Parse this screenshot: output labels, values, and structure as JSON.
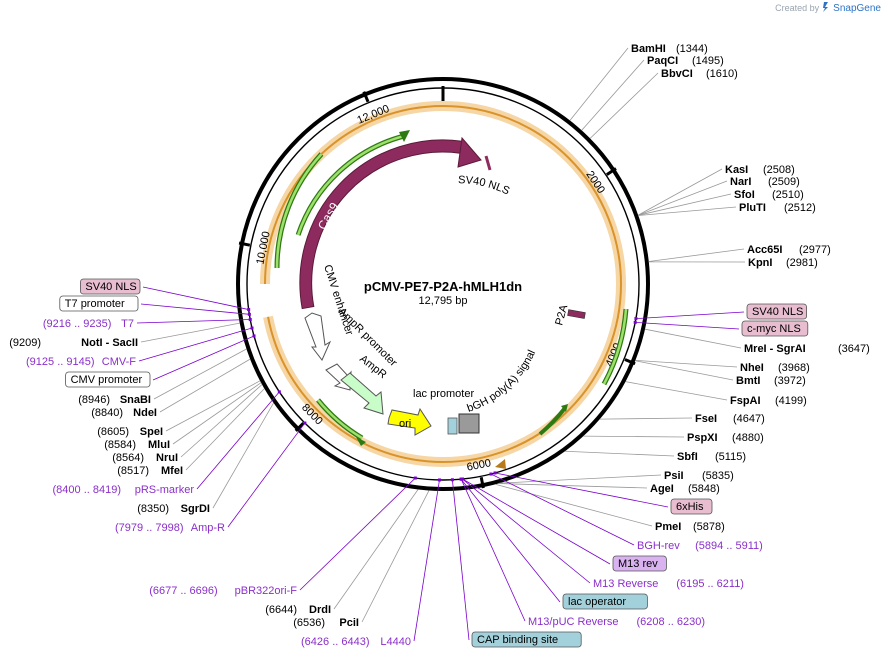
{
  "credit": {
    "prefix": "Created by",
    "brand": "SnapGene"
  },
  "plasmid": {
    "name": "pCMV-PE7-P2A-hMLH1dn",
    "length": 12795,
    "length_label": "12,795 bp"
  },
  "ticks": [
    {
      "pos": 2000,
      "label": "2000"
    },
    {
      "pos": 4000,
      "label": "4000"
    },
    {
      "pos": 6000,
      "label": "6000"
    },
    {
      "pos": 8000,
      "label": "8000"
    },
    {
      "pos": 10000,
      "label": "10,000"
    },
    {
      "pos": 12000,
      "label": "12,000"
    }
  ],
  "colors": {
    "backbone": "#000000",
    "cas9": "#8e2b5e",
    "primer_green": "#5da80e",
    "orange_track": "#e8a33a",
    "ori": "#ffff00",
    "ampr_promoter": "#c8fcc8",
    "site_line": "#999999",
    "feature_line": "#7a00cc",
    "site_text": "#000000",
    "feature_text": "#8b2fc9",
    "pink_box": "#e8bdd0",
    "lilac_box": "#d9b3f0",
    "blue_box": "#a3d1db"
  },
  "features_on_map": [
    {
      "name": "Cas9",
      "label": "Cas9"
    },
    {
      "name": "SV40 NLS",
      "label": "SV40 NLS"
    },
    {
      "name": "CMV enhancer",
      "label": "CMV enhancer"
    },
    {
      "name": "AmpR promoter",
      "label": "AmpR promoter"
    },
    {
      "name": "AmpR",
      "label": "AmpR"
    },
    {
      "name": "ori",
      "label": "ori"
    },
    {
      "name": "lac promoter",
      "label": "lac promoter"
    },
    {
      "name": "bGH poly(A) signal",
      "label": "bGH poly(A) signal"
    },
    {
      "name": "P2A",
      "label": "P2A"
    }
  ],
  "right_labels": [
    {
      "name": "BamHI",
      "pos": "(1344)",
      "type": "site"
    },
    {
      "name": "PaqCI",
      "pos": "(1495)",
      "type": "site"
    },
    {
      "name": "BbvCI",
      "pos": "(1610)",
      "type": "site"
    },
    {
      "name": "KasI",
      "pos": "(2508)",
      "type": "site"
    },
    {
      "name": "NarI",
      "pos": "(2509)",
      "type": "site"
    },
    {
      "name": "SfoI",
      "pos": "(2510)",
      "type": "site"
    },
    {
      "name": "PluTI",
      "pos": "(2512)",
      "type": "site"
    },
    {
      "name": "Acc65I",
      "pos": "(2977)",
      "type": "site"
    },
    {
      "name": "KpnI",
      "pos": "(2981)",
      "type": "site"
    },
    {
      "name": "SV40 NLS",
      "pos": "",
      "type": "box_pink"
    },
    {
      "name": "c-myc NLS",
      "pos": "",
      "type": "box_pink"
    },
    {
      "name": "MreI - SgrAI",
      "pos": "(3647)",
      "type": "site"
    },
    {
      "name": "NheI",
      "pos": "(3968)",
      "type": "site"
    },
    {
      "name": "BmtI",
      "pos": "(3972)",
      "type": "site"
    },
    {
      "name": "FspAI",
      "pos": "(4199)",
      "type": "site"
    },
    {
      "name": "FseI",
      "pos": "(4647)",
      "type": "site"
    },
    {
      "name": "PspXI",
      "pos": "(4880)",
      "type": "site"
    },
    {
      "name": "SbfI",
      "pos": "(5115)",
      "type": "site"
    },
    {
      "name": "PsiI",
      "pos": "(5835)",
      "type": "site"
    },
    {
      "name": "AgeI",
      "pos": "(5848)",
      "type": "site"
    },
    {
      "name": "6xHis",
      "pos": "",
      "type": "box_pink"
    },
    {
      "name": "PmeI",
      "pos": "(5878)",
      "type": "site"
    },
    {
      "name": "BGH-rev",
      "pos": "(5894 .. 5911)",
      "type": "primer"
    },
    {
      "name": "M13 rev",
      "pos": "",
      "type": "box_lilac"
    },
    {
      "name": "M13 Reverse",
      "pos": "(6195 .. 6211)",
      "type": "primer"
    },
    {
      "name": "lac operator",
      "pos": "",
      "type": "box_blue"
    },
    {
      "name": "M13/pUC Reverse",
      "pos": "(6208 .. 6230)",
      "type": "primer"
    },
    {
      "name": "CAP binding site",
      "pos": "",
      "type": "box_blue"
    }
  ],
  "left_labels": [
    {
      "name": "SV40 NLS",
      "pos": "",
      "type": "box_pink"
    },
    {
      "name": "T7 promoter",
      "pos": "",
      "type": "box_white"
    },
    {
      "name": "T7",
      "pos": "(9216 .. 9235)",
      "type": "primer"
    },
    {
      "name": "NotI  - SacII",
      "pos": "(9209)",
      "type": "site"
    },
    {
      "name": "CMV-F",
      "pos": "(9125 .. 9145)",
      "type": "primer"
    },
    {
      "name": "CMV promoter",
      "pos": "",
      "type": "box_white"
    },
    {
      "name": "SnaBI",
      "pos": "(8946)",
      "type": "site"
    },
    {
      "name": "NdeI",
      "pos": "(8840)",
      "type": "site"
    },
    {
      "name": "SpeI",
      "pos": "(8605)",
      "type": "site"
    },
    {
      "name": "MluI",
      "pos": "(8584)",
      "type": "site"
    },
    {
      "name": "NruI",
      "pos": "(8564)",
      "type": "site"
    },
    {
      "name": "MfeI",
      "pos": "(8517)",
      "type": "site"
    },
    {
      "name": "pRS-marker",
      "pos": "(8400 .. 8419)",
      "type": "primer"
    },
    {
      "name": "SgrDI",
      "pos": "(8350)",
      "type": "site"
    },
    {
      "name": "Amp-R",
      "pos": "(7979 .. 7998)",
      "type": "primer"
    },
    {
      "name": "pBR322ori-F",
      "pos": "(6677 .. 6696)",
      "type": "primer"
    },
    {
      "name": "DrdI",
      "pos": "(6644)",
      "type": "site"
    },
    {
      "name": "PciI",
      "pos": "(6536)",
      "type": "site"
    },
    {
      "name": "L4440",
      "pos": "(6426 .. 6443)",
      "type": "primer"
    }
  ]
}
